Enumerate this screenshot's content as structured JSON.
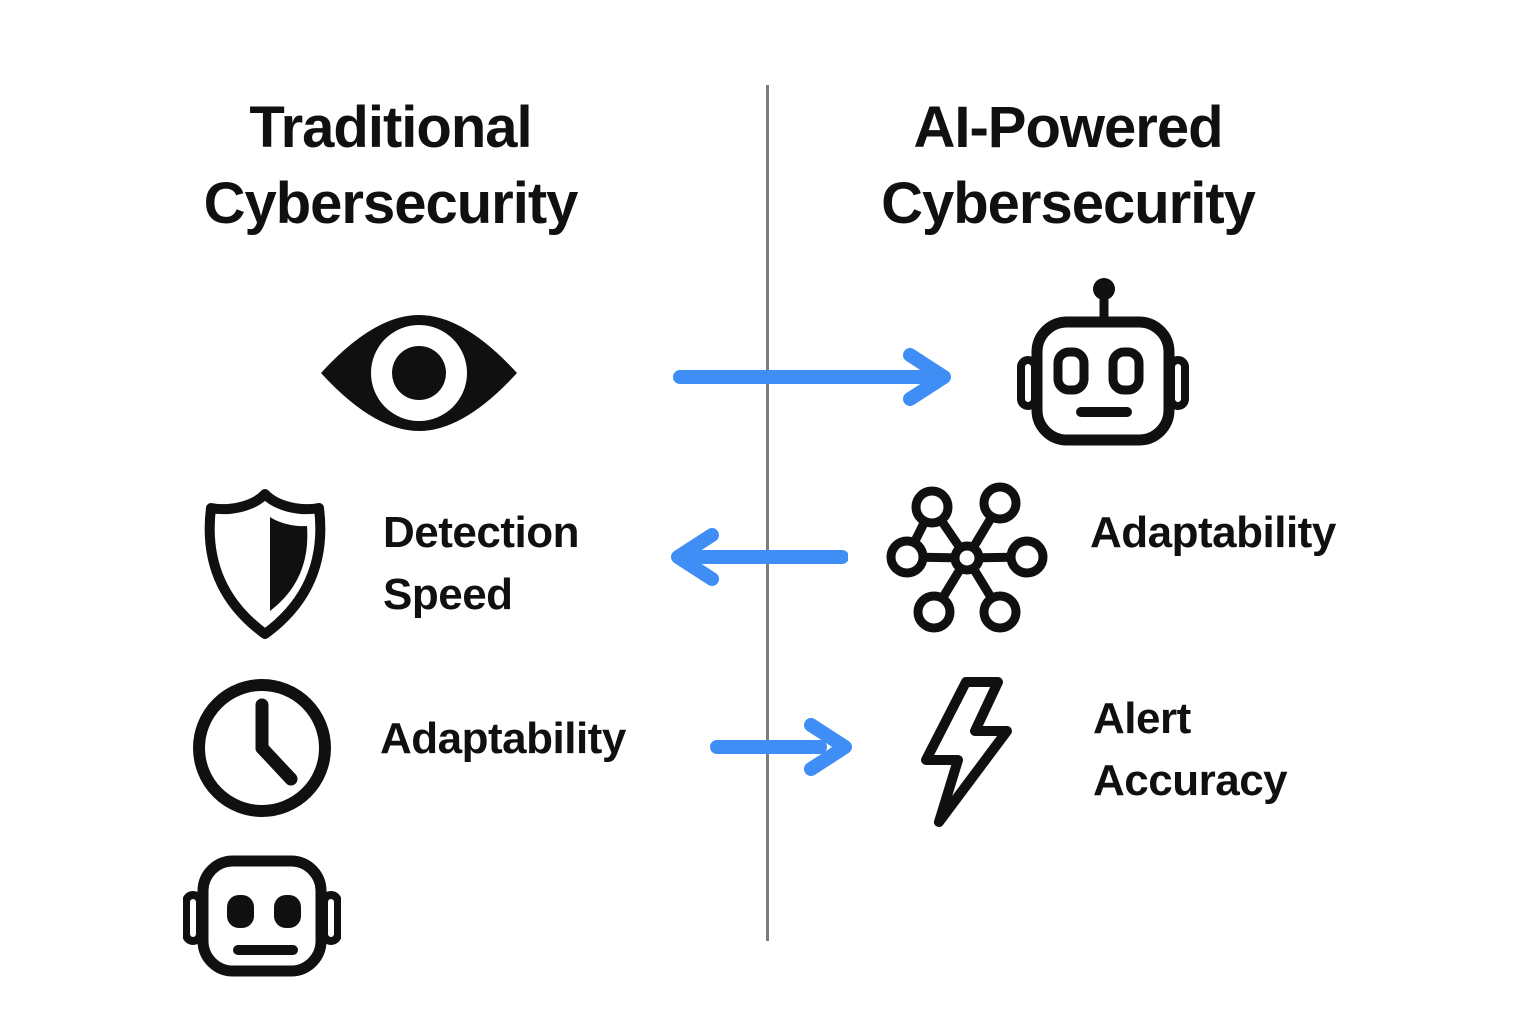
{
  "colors": {
    "ink": "#101010",
    "arrow-blue": "#3f8ef5",
    "divider-gray": "#7d7d7d",
    "background": "#ffffff"
  },
  "left": {
    "title": [
      "Traditional",
      "Cybersecurity"
    ],
    "rows": [
      {
        "icon": "eye-icon"
      },
      {
        "icon": "shield-icon",
        "label": [
          "Detection",
          "Speed"
        ]
      },
      {
        "icon": "clock-icon",
        "label": [
          "Adaptability"
        ]
      },
      {
        "icon": "robot-head-icon"
      }
    ]
  },
  "right": {
    "title": [
      "AI-Powered",
      "Cybersecurity"
    ],
    "rows": [
      {
        "icon": "robot-antenna-icon"
      },
      {
        "icon": "network-hub-icon",
        "label": [
          "Adaptability"
        ]
      },
      {
        "icon": "lightning-bolt-icon",
        "label": [
          "Alert",
          "Accuracy"
        ]
      }
    ]
  },
  "arrows": [
    {
      "row": 1,
      "direction": "right"
    },
    {
      "row": 2,
      "direction": "left"
    },
    {
      "row": 3,
      "direction": "right"
    }
  ]
}
